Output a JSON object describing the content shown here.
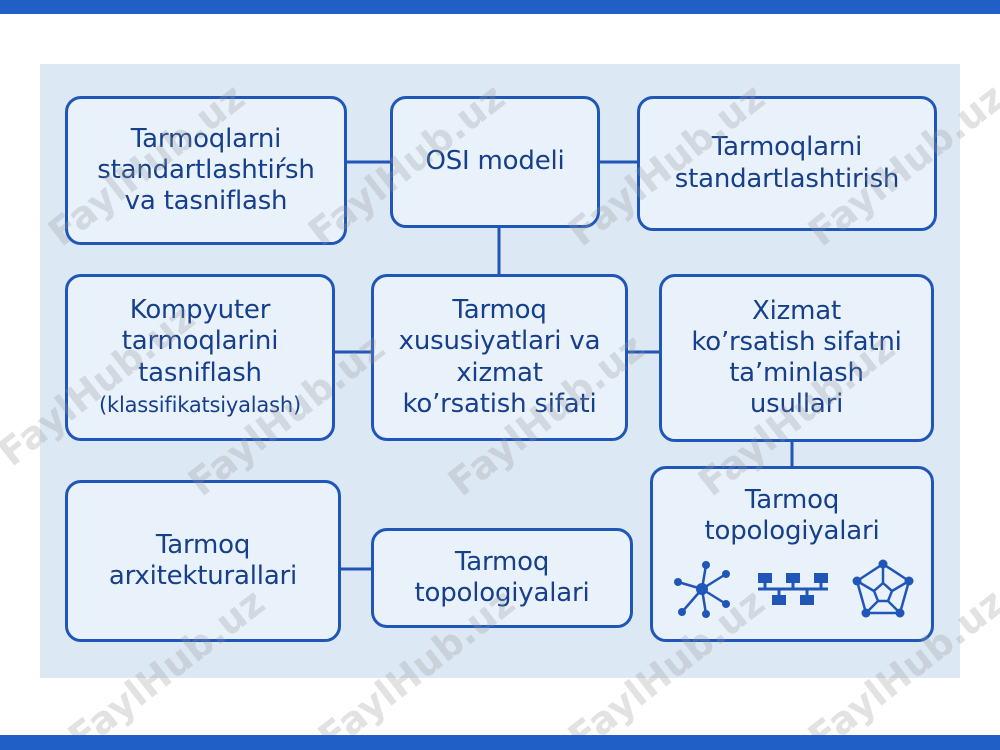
{
  "nodes": {
    "n1": "Tarmoqlarni\nstandartlashtiŕsh\nva tasniflash",
    "n2": "OSI modeli",
    "n3": "Tarmoqlarni\nstandartlashtirish",
    "n4_main": "Kompyuter\ntarmoqlarini\ntasniflash",
    "n4_sub": "(klassifikatsiyalash)",
    "n5": "Tarmoq\nxususiyatlari va\nxizmat\nko’rsatish sifati",
    "n6": "Xizmat\nko’rsatish sifatni\nta’minlash\nusullari",
    "n7": "Tarmoq\narxitekturallari",
    "n8": "Tarmoq\ntopologiyalari",
    "n9": "Tarmoq\ntopologiyalari"
  },
  "icons": [
    "star-topology-icon",
    "bus-topology-icon",
    "mesh-topology-icon"
  ],
  "watermark": "FaylHub.uz",
  "colors": {
    "top_bar": "#1f5fc6",
    "panel_bg": "#dde8f5",
    "box_border": "#1f56b8",
    "box_text": "#163f8c",
    "box_fill": "#e9f1fb"
  }
}
